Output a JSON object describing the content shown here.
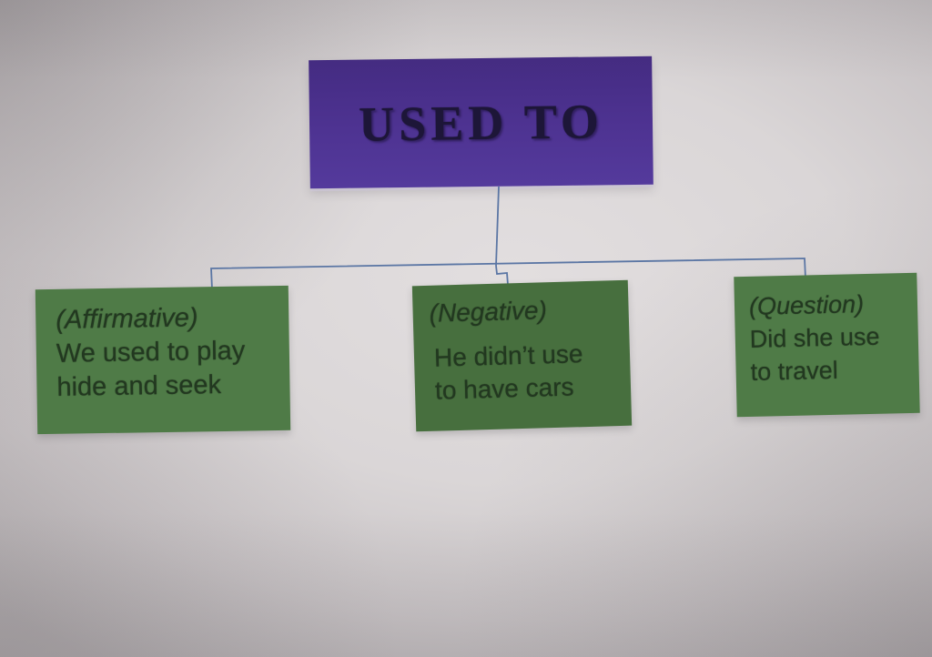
{
  "diagram": {
    "root": {
      "label": "USED TO"
    },
    "children": [
      {
        "type_label": "(Affirmative)",
        "example_lines": [
          "We used to play",
          "hide and seek"
        ]
      },
      {
        "type_label": "(Negative)",
        "example_lines": [
          "He didn’t use",
          "to have cars"
        ]
      },
      {
        "type_label": "(Question)",
        "example_lines": [
          "Did she use",
          "to travel"
        ]
      }
    ],
    "colors": {
      "root_fill": "#4e3392",
      "child_fill": "#4f7b47",
      "child_fill_negative": "#476f3e",
      "connector": "#5b76a4",
      "root_text": "#1d1638",
      "child_text": "#223820",
      "background": "#d7d3d4"
    }
  }
}
